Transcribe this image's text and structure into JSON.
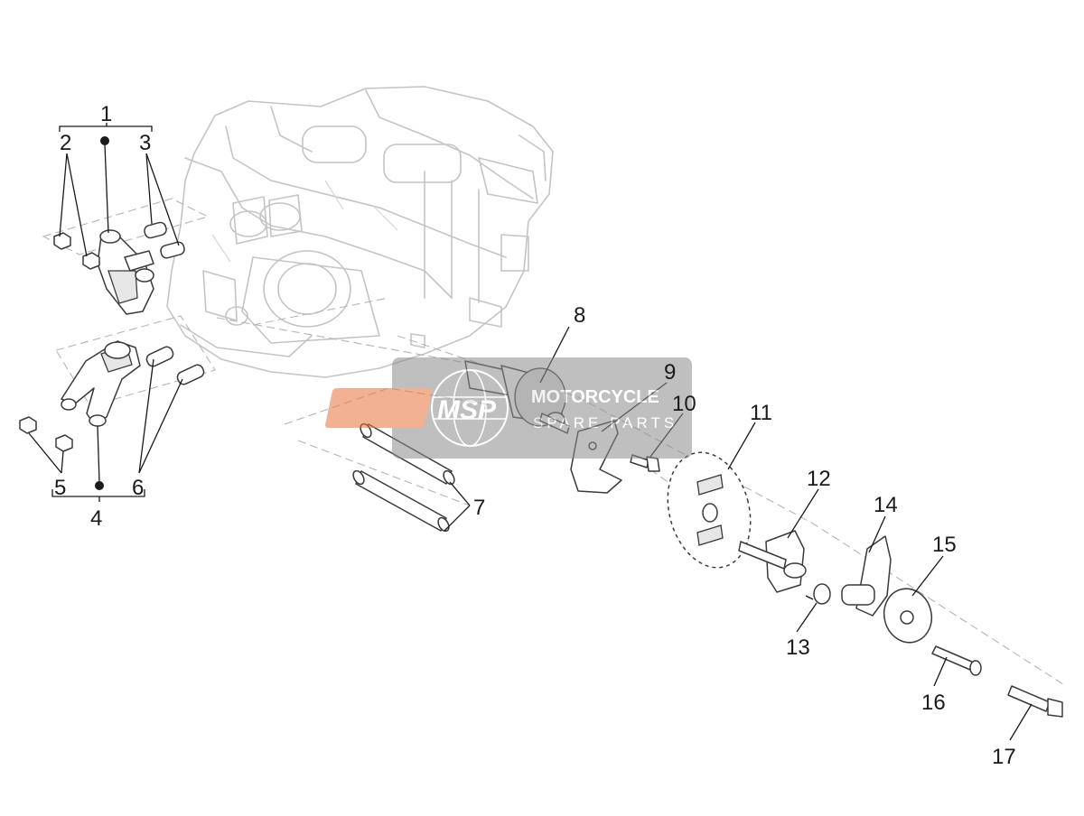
{
  "diagram": {
    "callouts": [
      "1",
      "2",
      "3",
      "4",
      "5",
      "6",
      "7",
      "8",
      "9",
      "10",
      "11",
      "12",
      "13",
      "14",
      "15",
      "16",
      "17"
    ]
  },
  "watermark": {
    "logo_text": "MSP",
    "line1": "MOTORCYCLE",
    "line2": "SPARE PARTS"
  },
  "colors": {
    "line": "#3a3a3a",
    "engine_line": "#c4c4c4",
    "watermark_bg": "#8c8c8c",
    "watermark_logo": "#e8733a"
  }
}
